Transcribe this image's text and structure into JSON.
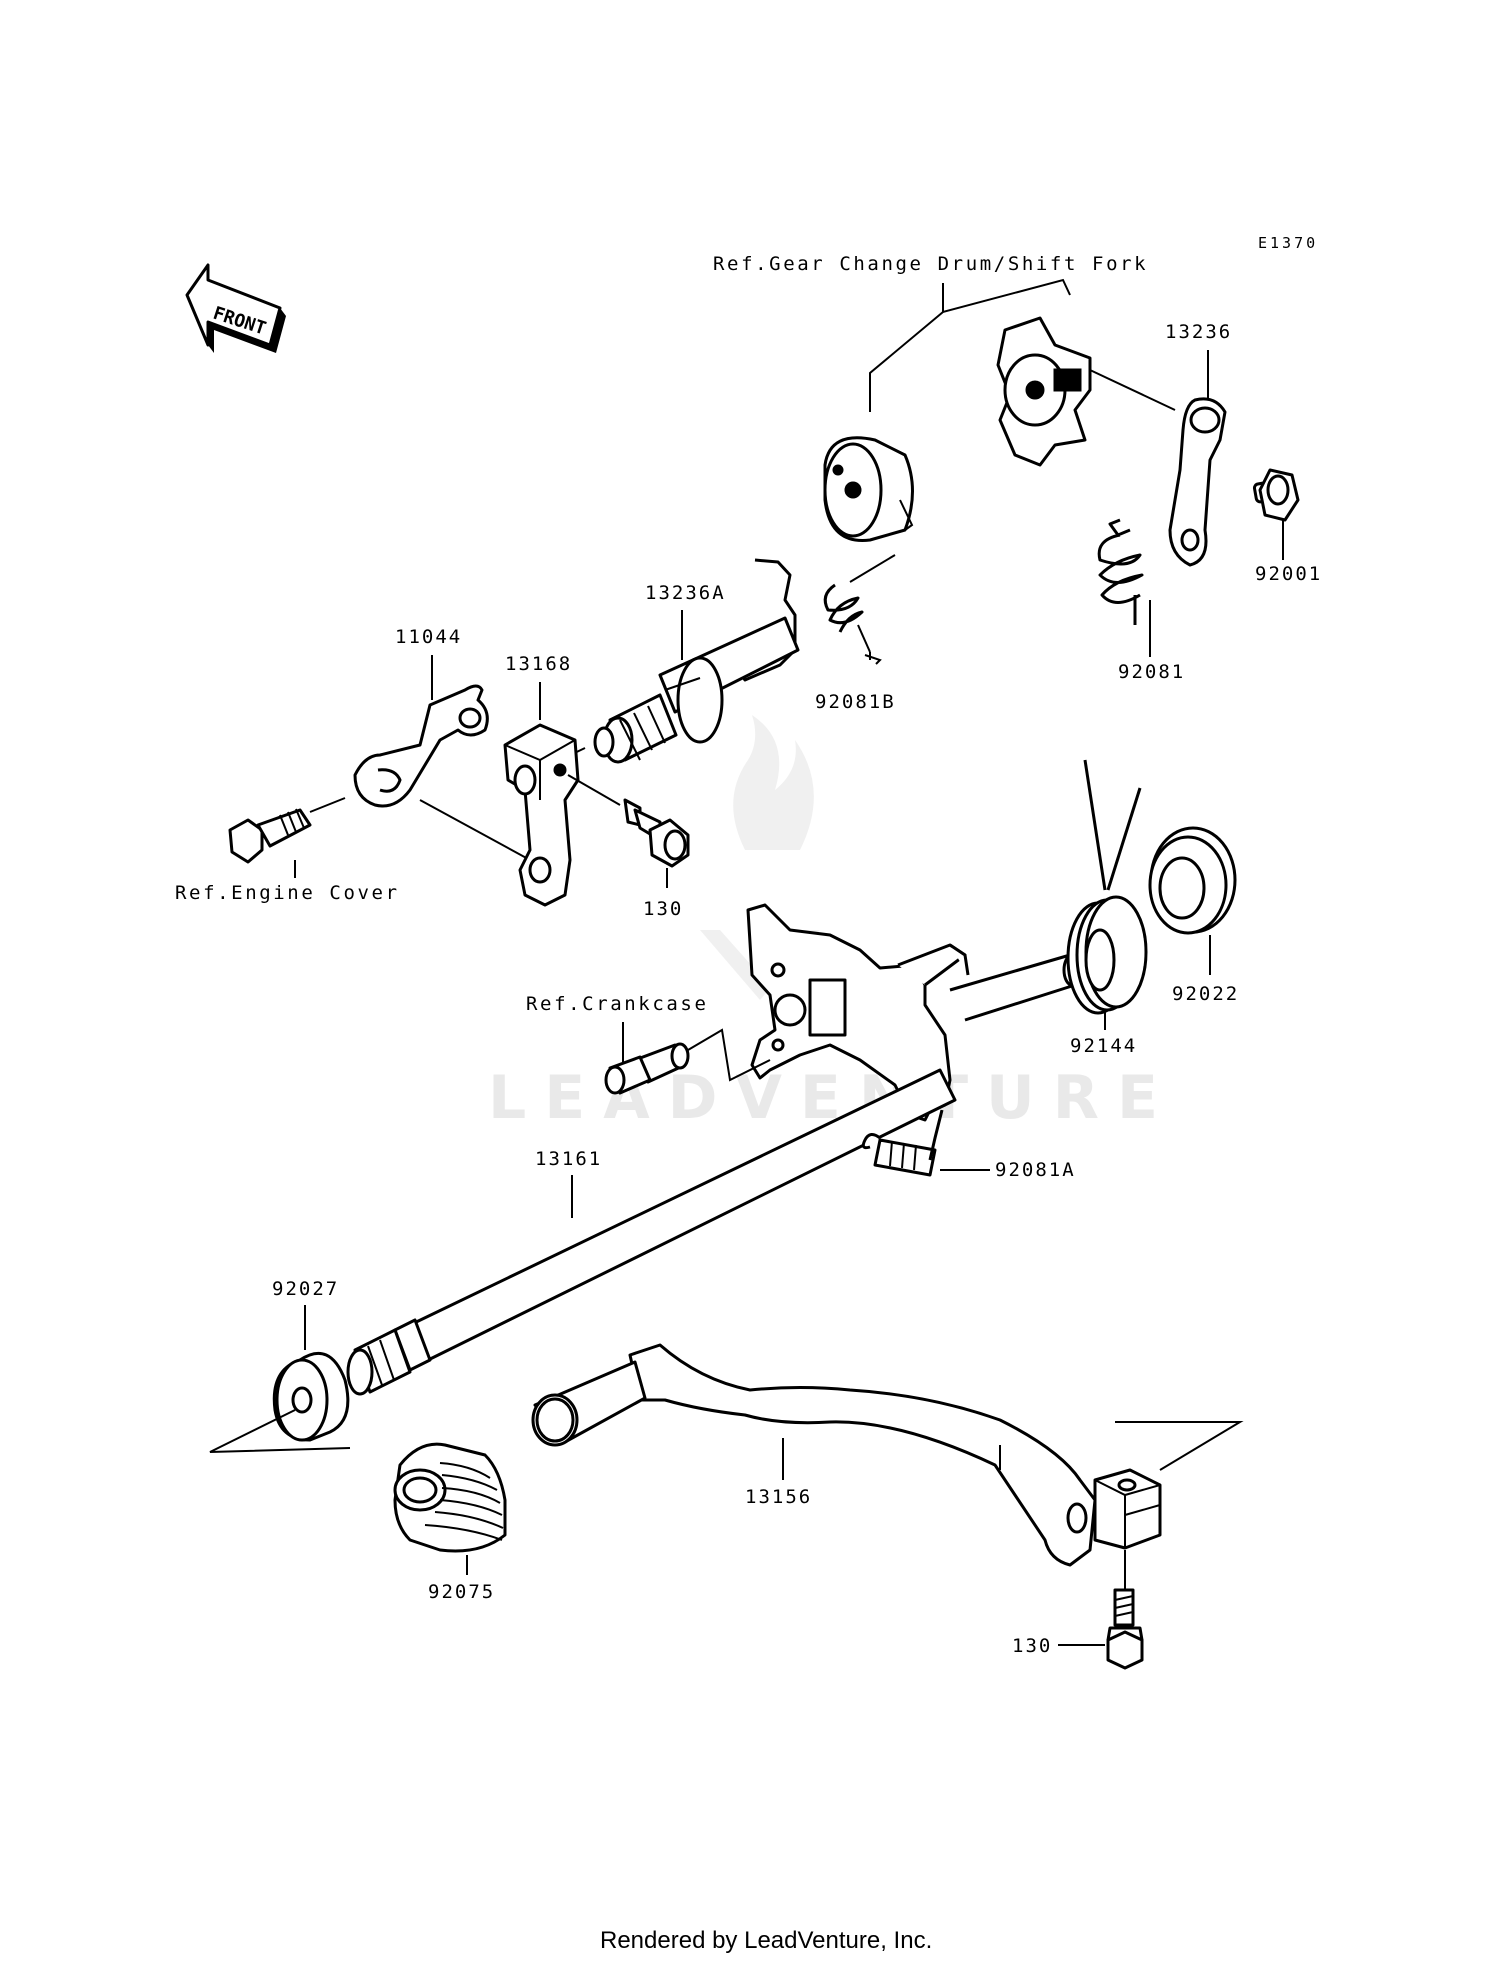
{
  "diagram_code": "E1370",
  "front_label": "FRONT",
  "watermark": "LEADVENTURE",
  "footer": "Rendered by LeadVenture, Inc.",
  "references": {
    "gear_change_drum": "Ref.Gear Change Drum/Shift Fork",
    "engine_cover": "Ref.Engine Cover",
    "crankcase": "Ref.Crankcase"
  },
  "parts": {
    "p13236": "13236",
    "p92001": "92001",
    "p92081": "92081",
    "p13236A": "13236A",
    "p92081B": "92081B",
    "p11044": "11044",
    "p13168": "13168",
    "p130_upper": "130",
    "p92022": "92022",
    "p92144": "92144",
    "p92081A": "92081A",
    "p13161": "13161",
    "p92027": "92027",
    "p13156": "13156",
    "p92075": "92075",
    "p130_lower": "130"
  }
}
